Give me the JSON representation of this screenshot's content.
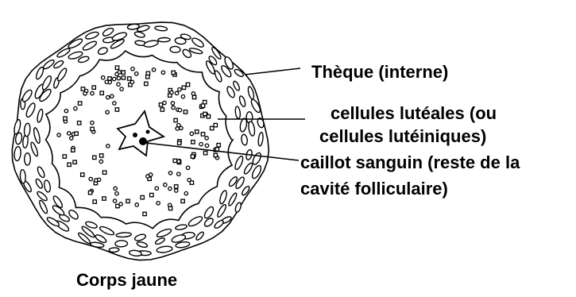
{
  "labels": {
    "theque": "Thèque (interne)",
    "luteal_line1": "cellules lutéales (ou",
    "luteal_line2": "cellules lutéiniques)",
    "clot_line1": "caillot sanguin (reste de la",
    "clot_line2": "cavité folliculaire)",
    "title": "Corps jaune"
  },
  "colors": {
    "ink": "#000000",
    "background": "#ffffff"
  }
}
